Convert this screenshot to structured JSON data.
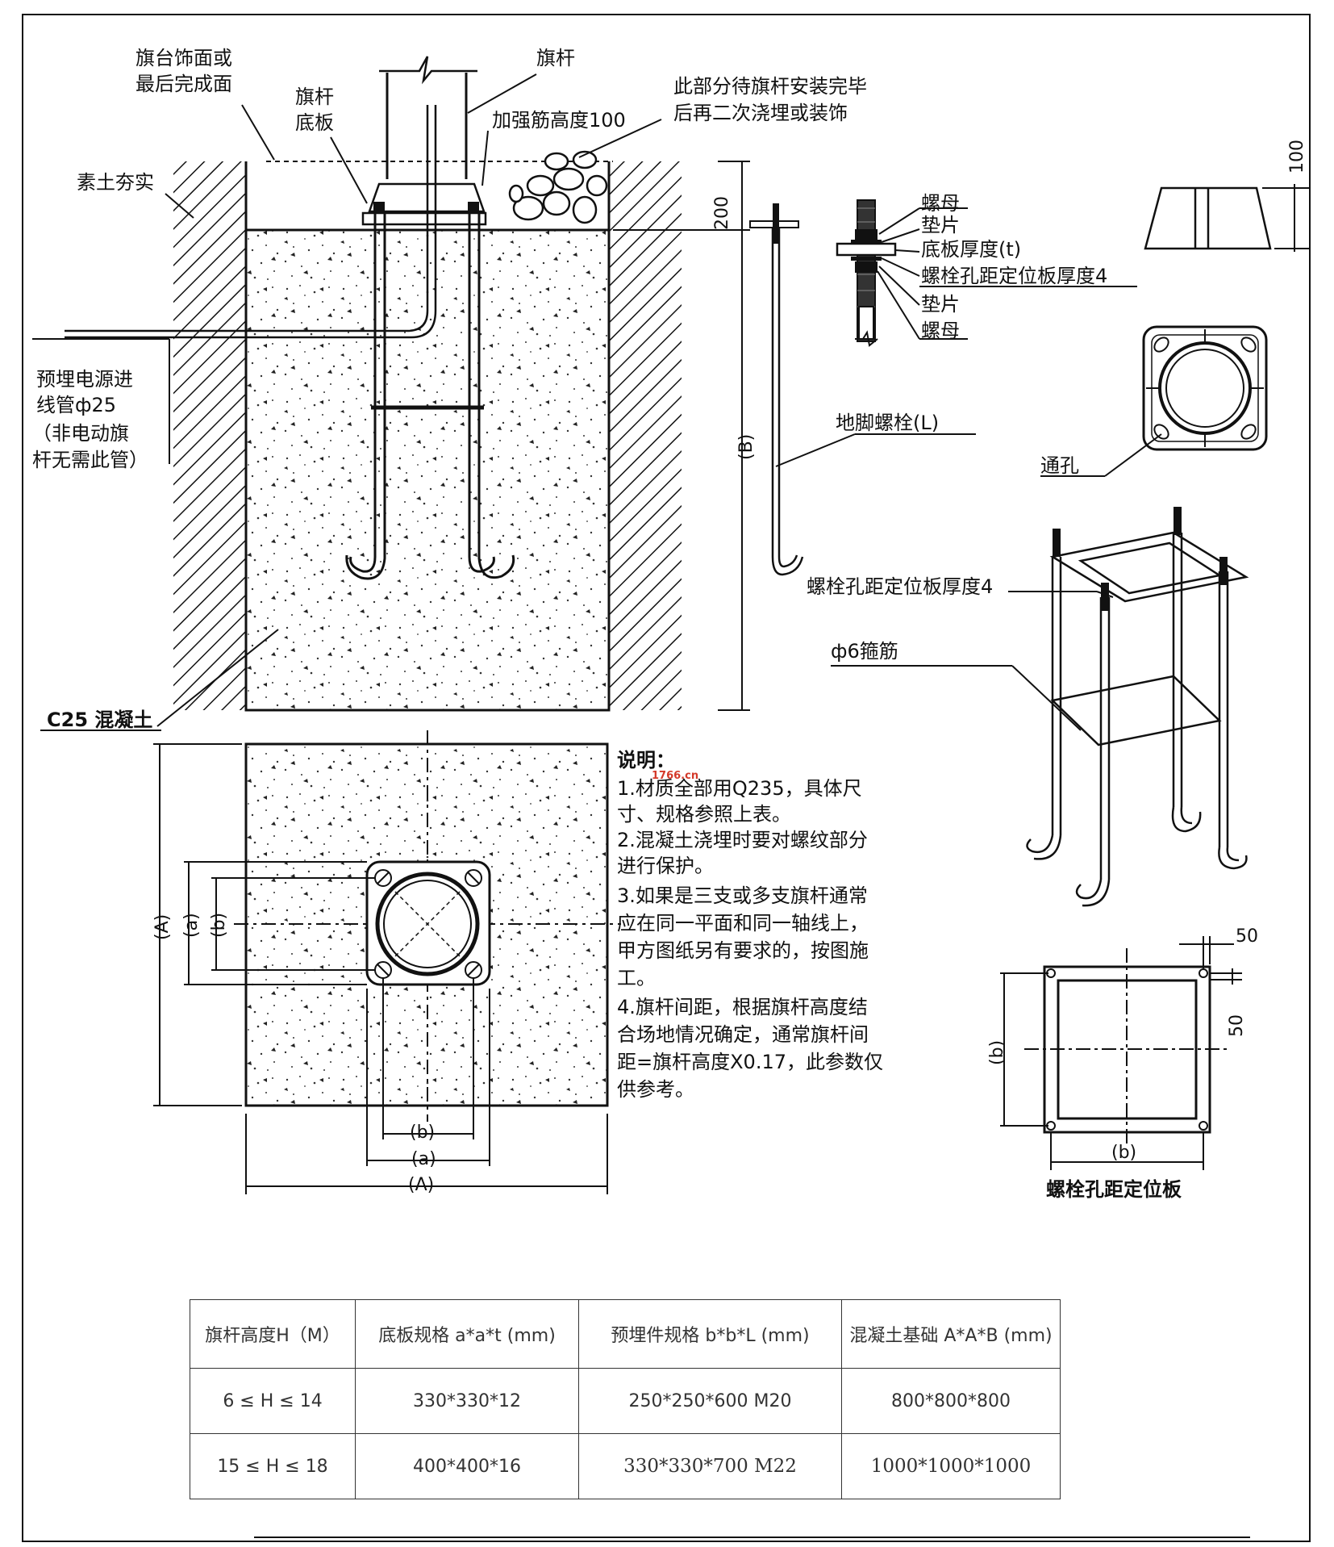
{
  "labels": {
    "finish_surface": [
      "旗台饰面或",
      "最后完成面"
    ],
    "pole": "旗杆",
    "pole_base_plate": [
      "旗杆",
      "底板"
    ],
    "rib_height": "加强筋高度100",
    "secondary_fill": [
      "此部分待旗杆安装完毕",
      "后再二次浇埋或装饰"
    ],
    "compacted_soil": "素土夯实",
    "conduit": [
      "预埋电源进",
      "线管ф25",
      "（非电动旗",
      "杆无需此管）"
    ],
    "concrete": "C25 混凝土",
    "dim_200": "200",
    "dim_B": "(B)",
    "nut_top": "螺母",
    "washer_top": "垫片",
    "base_thickness": "底板厚度(t)",
    "template_thickness_detail": "螺栓孔距定位板厚度4",
    "washer_bottom": "垫片",
    "nut_bottom": "螺母",
    "dim_100": "100",
    "through_hole": "通孔",
    "anchor_bolt": "地脚螺栓(L)",
    "template_thickness": "螺栓孔距定位板厚度4",
    "stirrup": "ф6箍筋",
    "dim_50_top": "50",
    "dim_50_right": "50",
    "template_title": "螺栓孔距定位板",
    "dim_b": "(b)",
    "dim_a": "(a)",
    "dim_A": "(A)",
    "watermark": "1766.cn"
  },
  "notes": {
    "title": "说明：",
    "lines": [
      "1.材质全部用Q235，具体尺",
      "寸、规格参照上表。",
      "2.混凝土浇埋时要对螺纹部分",
      "进行保护。",
      "3.如果是三支或多支旗杆通常",
      "应在同一平面和同一轴线上，",
      "甲方图纸另有要求的，按图施",
      "工。",
      "4.旗杆间距，根据旗杆高度结",
      "合场地情况确定，通常旗杆间",
      "距=旗杆高度X0.17，此参数仅",
      "供参考。"
    ]
  },
  "table": {
    "headers": [
      "旗杆高度H（M）",
      "底板规格 a*a*t (mm)",
      "预埋件规格 b*b*L (mm)",
      "混凝土基础 A*A*B (mm)"
    ],
    "rows": [
      [
        "6 ≤ H ≤ 14",
        "330*330*12",
        "250*250*600 M20",
        "800*800*800"
      ],
      [
        "15 ≤ H ≤ 18",
        "400*400*16",
        "330*330*700  M22",
        "1000*1000*1000"
      ]
    ]
  }
}
